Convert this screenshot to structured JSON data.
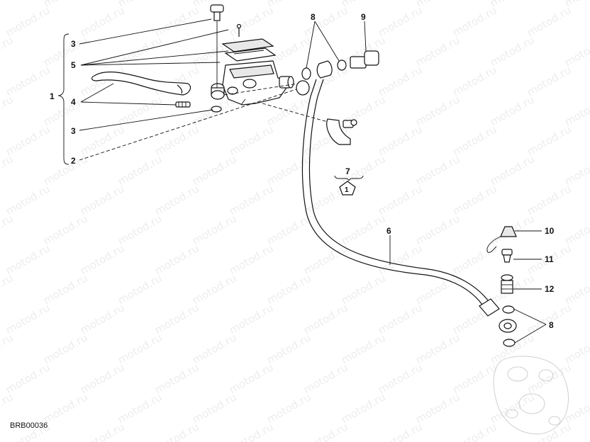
{
  "watermark_text": "motod.ru",
  "drawing_code": "BRB00036",
  "callouts": {
    "c1": "1",
    "c2": "2",
    "c3a": "3",
    "c3b": "3",
    "c4": "4",
    "c5": "5",
    "c6": "6",
    "c7": "7",
    "c7_badge": "1",
    "c8a": "8",
    "c8b": "8",
    "c9": "9",
    "c10": "10",
    "c11": "11",
    "c12": "12"
  }
}
